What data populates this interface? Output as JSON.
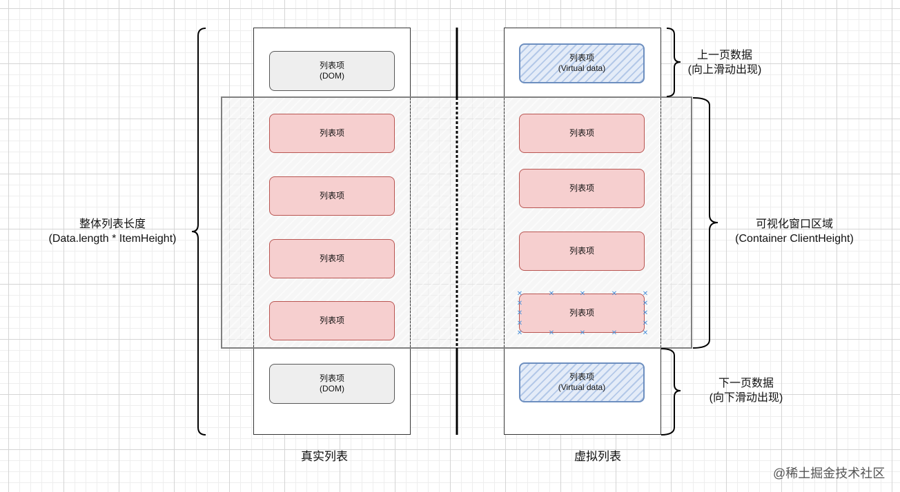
{
  "real_list": {
    "caption": "真实列表",
    "top_item": {
      "title": "列表项",
      "sub": "(DOM)"
    },
    "visible_items": [
      "列表项",
      "列表项",
      "列表项",
      "列表项"
    ],
    "bottom_item": {
      "title": "列表项",
      "sub": "(DOM)"
    }
  },
  "virtual_list": {
    "caption": "虚拟列表",
    "top_item": {
      "title": "列表项",
      "sub": "(Virtual data)"
    },
    "visible_items": [
      "列表项",
      "列表项",
      "列表项",
      "列表项"
    ],
    "bottom_item": {
      "title": "列表项",
      "sub": "(Virtual data)"
    }
  },
  "left_label": {
    "line1": "整体列表长度",
    "line2": "(Data.length * ItemHeight)"
  },
  "right_labels": {
    "prev": {
      "line1": "上一页数据",
      "line2": "(向上滑动出现)"
    },
    "viewport": {
      "line1": "可视化窗口区域",
      "line2": "(Container ClientHeight)"
    },
    "next": {
      "line1": "下一页数据",
      "line2": "(向下滑动出现)"
    }
  },
  "watermark": "@稀土掘金技术社区",
  "colors": {
    "item_red_fill": "#f6cfcf",
    "item_red_stroke": "#b85450",
    "virtual_stroke": "#6c8ebf",
    "dom_fill": "#eeeeee"
  }
}
